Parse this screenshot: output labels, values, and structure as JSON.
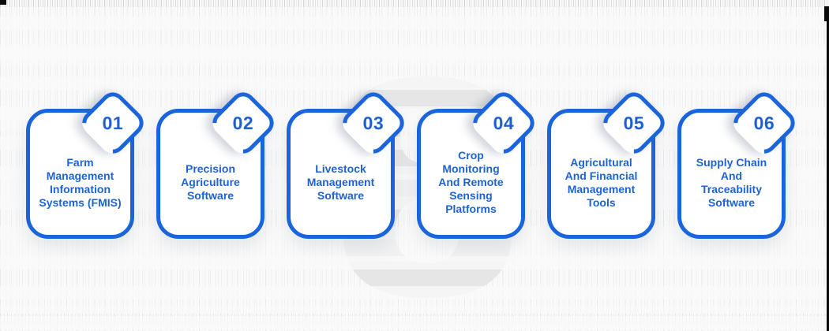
{
  "infographic": {
    "watermark_glyph": "8",
    "cards": [
      {
        "number": "01",
        "title": "Farm\nManagement\nInformation\nSystems (FMIS)"
      },
      {
        "number": "02",
        "title": "Precision\nAgriculture\nSoftware"
      },
      {
        "number": "03",
        "title": "Livestock\nManagement\nSoftware"
      },
      {
        "number": "04",
        "title": "Crop\nMonitoring\nAnd Remote\nSensing\nPlatforms"
      },
      {
        "number": "05",
        "title": "Agricultural\nAnd Financial\nManagement\nTools"
      },
      {
        "number": "06",
        "title": "Supply Chain\nAnd\nTraceability\nSoftware"
      }
    ]
  },
  "colors": {
    "card_border_blue": "#1A64DC",
    "card_text_blue": "#1E63D0",
    "badge_number_blue": "#1B5ECF",
    "card_background": "#FFFFFF",
    "page_background": "#FAFAFA",
    "watermark_gray": "#E6E6E6",
    "edge_artifact_black": "#0B0B0B"
  }
}
